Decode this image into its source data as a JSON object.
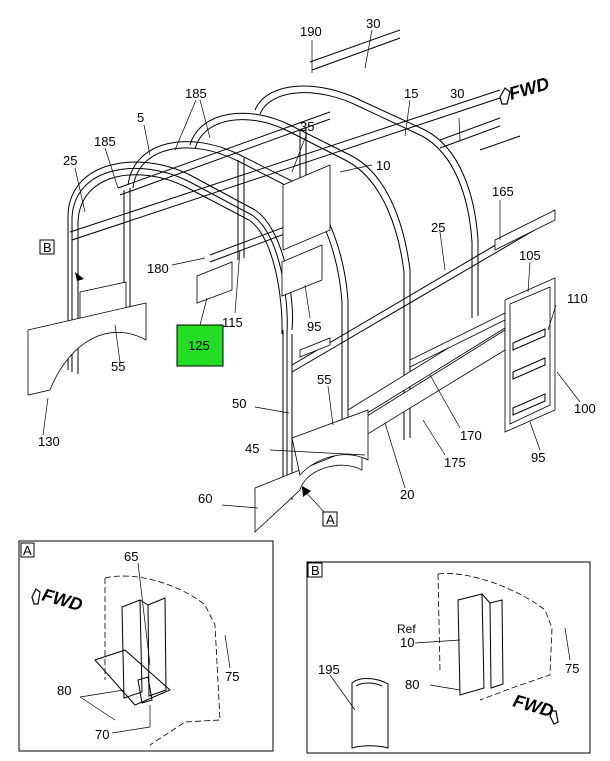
{
  "fwd_label": "FWD",
  "highlight_color": "#22dd22",
  "detail_a": {
    "tag": "A"
  },
  "detail_b": {
    "tag": "B"
  },
  "callouts": {
    "c190": "190",
    "c30a": "30",
    "c30b": "30",
    "c185a": "185",
    "c185b": "185",
    "c5": "5",
    "c15": "15",
    "c35": "35",
    "c25a": "25",
    "c25b": "25",
    "c10": "10",
    "c165": "165",
    "c105": "105",
    "c110": "110",
    "c180": "180",
    "c115": "115",
    "c95a": "95",
    "c95b": "95",
    "c125": "125",
    "c55a": "55",
    "c55b": "55",
    "c130": "130",
    "c50": "50",
    "c45": "45",
    "c170": "170",
    "c175": "175",
    "c100": "100",
    "c20": "20",
    "c60": "60",
    "c65": "65",
    "c75a": "75",
    "c80a": "80",
    "c70": "70",
    "ref": "Ref",
    "c10b": "10",
    "c195": "195",
    "c80b": "80",
    "c75b": "75"
  }
}
